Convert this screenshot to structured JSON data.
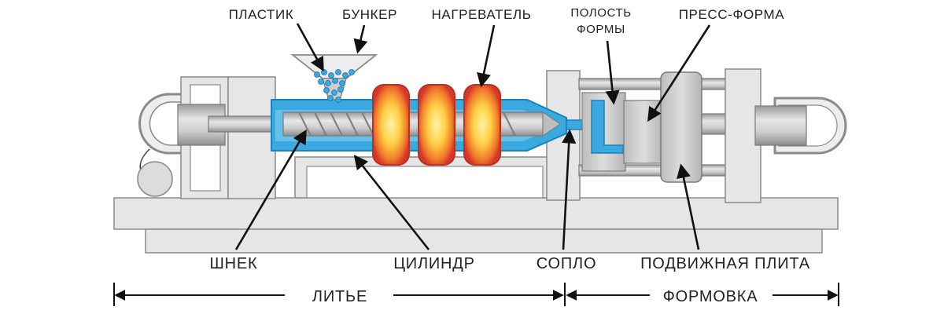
{
  "labels": {
    "plastic": "ПЛАСТИК",
    "hopper": "БУНКЕР",
    "heater": "НАГРЕВАТЕЛЬ",
    "mold_cavity_1": "ПОЛОСТЬ",
    "mold_cavity_2": "ФОРМЫ",
    "mold": "ПРЕСС-ФОРМА",
    "screw": "ШНЕК",
    "barrel": "ЦИЛИНДР",
    "nozzle": "СОПЛО",
    "moving_platen": "ПОДВИЖНАЯ ПЛИТА"
  },
  "sections": {
    "injection": "ЛИТЬЕ",
    "clamping": "ФОРМОВКА"
  },
  "colors": {
    "plastic_melt": "#39a9e0",
    "plastic_melt_edge": "#1f7fb8",
    "heater_outer": "#e2462c",
    "heater_inner": "#ffd04a",
    "frame": "#e6e6e6",
    "steel": "#c4c4c4",
    "arrow": "#111111"
  }
}
